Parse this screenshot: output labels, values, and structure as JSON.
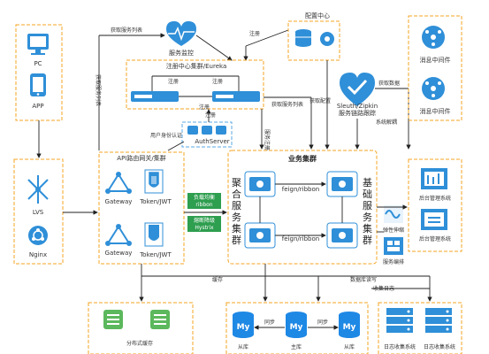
{
  "clients": {
    "pc": "PC",
    "app": "APP"
  },
  "lvs": "LVS",
  "nginx": "Nginx",
  "gateway_box": {
    "title": "API路由网关/集群",
    "gateway1": "Gateway",
    "gateway2": "Gateway",
    "token1": "Token/JWT",
    "token2": "Token/JWT"
  },
  "auth": {
    "label": "AuthServer",
    "user_auth": "用户身份认证"
  },
  "service_monitor": "服务监控",
  "registry": {
    "title": "注册中心集群/Eureka",
    "register1": "注册",
    "register2": "注册",
    "register3": "注册",
    "register4": "注册"
  },
  "config_center": "配置中心",
  "sleuth": {
    "line1": "Sleuth/Zipkin",
    "line2": "服务链路跟踪"
  },
  "mq": {
    "label1": "消息中间件",
    "label2": "消息中间件"
  },
  "business_cluster": {
    "title": "业务集群",
    "aggregate_label": "聚合服务集群",
    "base_label": "基础服务集群",
    "feign1": "feign/ribbon",
    "feign2": "feign/ribbon"
  },
  "ribbon": {
    "line1": "负载均衡",
    "line2": "ribbon"
  },
  "hystrix": {
    "line1": "熔断降级",
    "line2": "Hystrix"
  },
  "elastic": "弹性伸缩",
  "orchestration": "服务编排",
  "admin": {
    "label1": "后台管理系统",
    "label2": "后台管理系统"
  },
  "edge_labels": {
    "fetch_list_top": "获取服务列表",
    "fetch_list_vertical": "获取服务列表",
    "fetch_list_mid": "获取服务列表",
    "fetch_config": "获取配置",
    "fetch_data": "获取数据",
    "register_top": "注册",
    "service_register": "服务注册",
    "system_decouple": "系统解耦",
    "register_auth": "注册",
    "cache": "缓存",
    "db_rw": "数据库读写",
    "log_collect": "收集日志"
  },
  "bottom": {
    "cache_label": "分布式缓存",
    "db_slave1": "从库",
    "db_master": "主库",
    "db_slave2": "从库",
    "sync1": "同步",
    "sync2": "同步",
    "log1": "日志收集系统",
    "log2": "日志收集系统"
  },
  "colors": {
    "accent_blue": "#2f8fd8",
    "orange": "#f5a623",
    "green": "#2e9e4f",
    "db_blue": "#1e88e5"
  }
}
